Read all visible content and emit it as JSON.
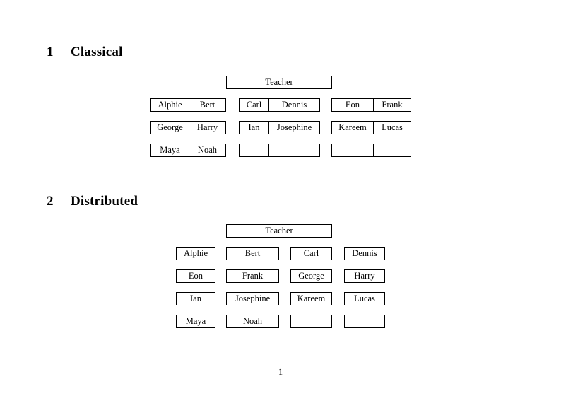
{
  "document": {
    "page_number": "1"
  },
  "sections": [
    {
      "number": "1",
      "title": "Classical",
      "teacher_label": "Teacher",
      "layout": "paired-cells",
      "rows": [
        [
          {
            "left": "Alphie",
            "right": "Bert"
          },
          {
            "left": "Carl",
            "right": "Dennis"
          },
          {
            "left": "Eon",
            "right": "Frank"
          }
        ],
        [
          {
            "left": "George",
            "right": "Harry"
          },
          {
            "left": "Ian",
            "right": "Josephine"
          },
          {
            "left": "Kareem",
            "right": "Lucas"
          }
        ],
        [
          {
            "left": "Maya",
            "right": "Noah"
          },
          {
            "left": "",
            "right": ""
          },
          {
            "left": "",
            "right": ""
          }
        ]
      ]
    },
    {
      "number": "2",
      "title": "Distributed",
      "teacher_label": "Teacher",
      "layout": "single-cells",
      "rows": [
        [
          "Alphie",
          "Bert",
          "Carl",
          "Dennis"
        ],
        [
          "Eon",
          "Frank",
          "George",
          "Harry"
        ],
        [
          "Ian",
          "Josephine",
          "Kareem",
          "Lucas"
        ],
        [
          "Maya",
          "Noah",
          "",
          ""
        ]
      ]
    }
  ]
}
